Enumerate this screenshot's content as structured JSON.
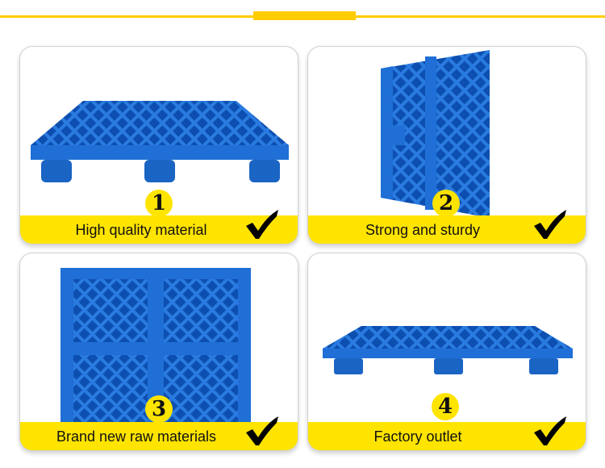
{
  "colors": {
    "accent": "#ffcc00",
    "band": "#ffe400",
    "pallet": "#1f6fd6"
  },
  "cards": [
    {
      "number": "1",
      "caption": "High quality material",
      "icon": "checkmark-icon"
    },
    {
      "number": "2",
      "caption": "Strong and sturdy",
      "icon": "checkmark-icon"
    },
    {
      "number": "3",
      "caption": "Brand new raw materials",
      "icon": "checkmark-icon"
    },
    {
      "number": "4",
      "caption": "Factory outlet",
      "icon": "checkmark-icon"
    }
  ]
}
